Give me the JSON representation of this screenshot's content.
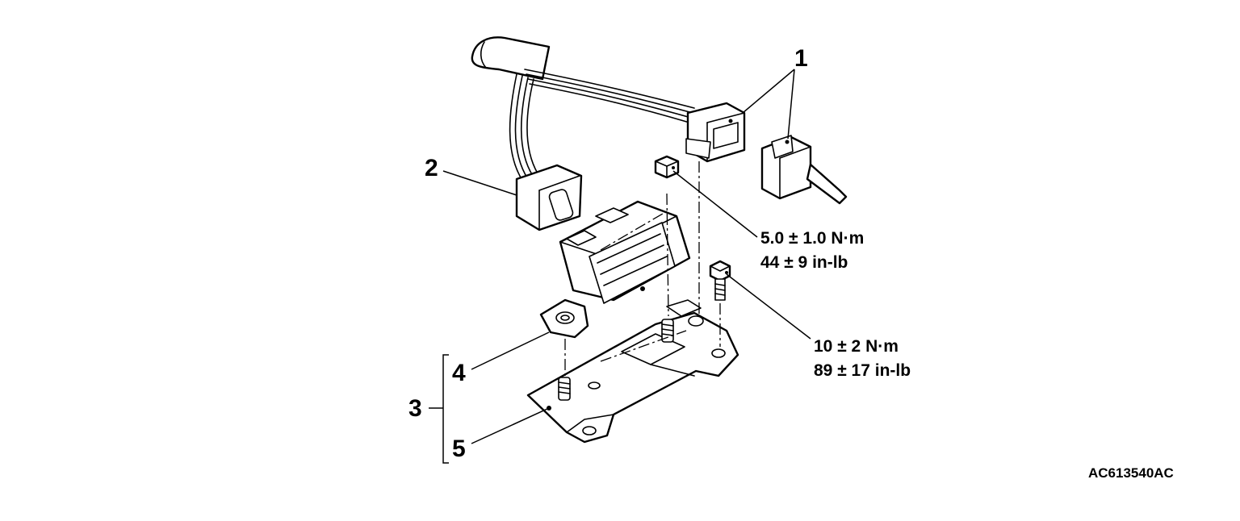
{
  "callouts": {
    "c1": "1",
    "c2": "2",
    "c3": "3",
    "c4": "4",
    "c5": "5"
  },
  "torque_specs": {
    "nut": {
      "metric": "5.0 ± 1.0 N·m",
      "imperial": "44 ± 9 in-lb"
    },
    "bolt": {
      "metric": "10 ± 2 N·m",
      "imperial": "89 ± 17 in-lb"
    }
  },
  "figure_id": "AC613540AC",
  "icons": [
    "harness-icon",
    "connector-icon",
    "sensor-unit-icon",
    "bracket-icon",
    "nut-icon",
    "bolt-icon",
    "stud-icon"
  ]
}
